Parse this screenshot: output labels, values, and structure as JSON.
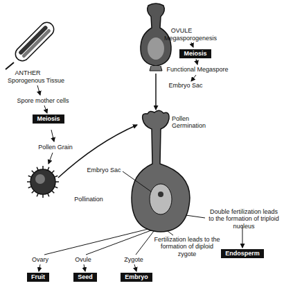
{
  "diagram": {
    "nodes": [
      {
        "text": [
          "Meiosis"
        ]
      },
      {
        "text": [
          "Meiosis"
        ]
      },
      {
        "text": [
          "Fruit"
        ]
      },
      {
        "text": [
          "Seed"
        ]
      },
      {
        "text": [
          "Embryo"
        ]
      },
      {
        "text": [
          "Endosperm"
        ]
      }
    ],
    "labels": [
      "ANTHER",
      "Sporogenous Tissue",
      "Spore mother cells",
      "Pollen Grain",
      "Pollination",
      "OVULE",
      "Megasporogenesis",
      "Functional Megaspore",
      "Embryo Sac",
      "Pollen Germination",
      "Embryo Sac",
      "Ovary",
      "Ovule",
      "Zygote",
      "Fertilization leads to the formation of diploid zygote",
      "Double fertilization leads to the formation of triploid nucleus"
    ]
  }
}
